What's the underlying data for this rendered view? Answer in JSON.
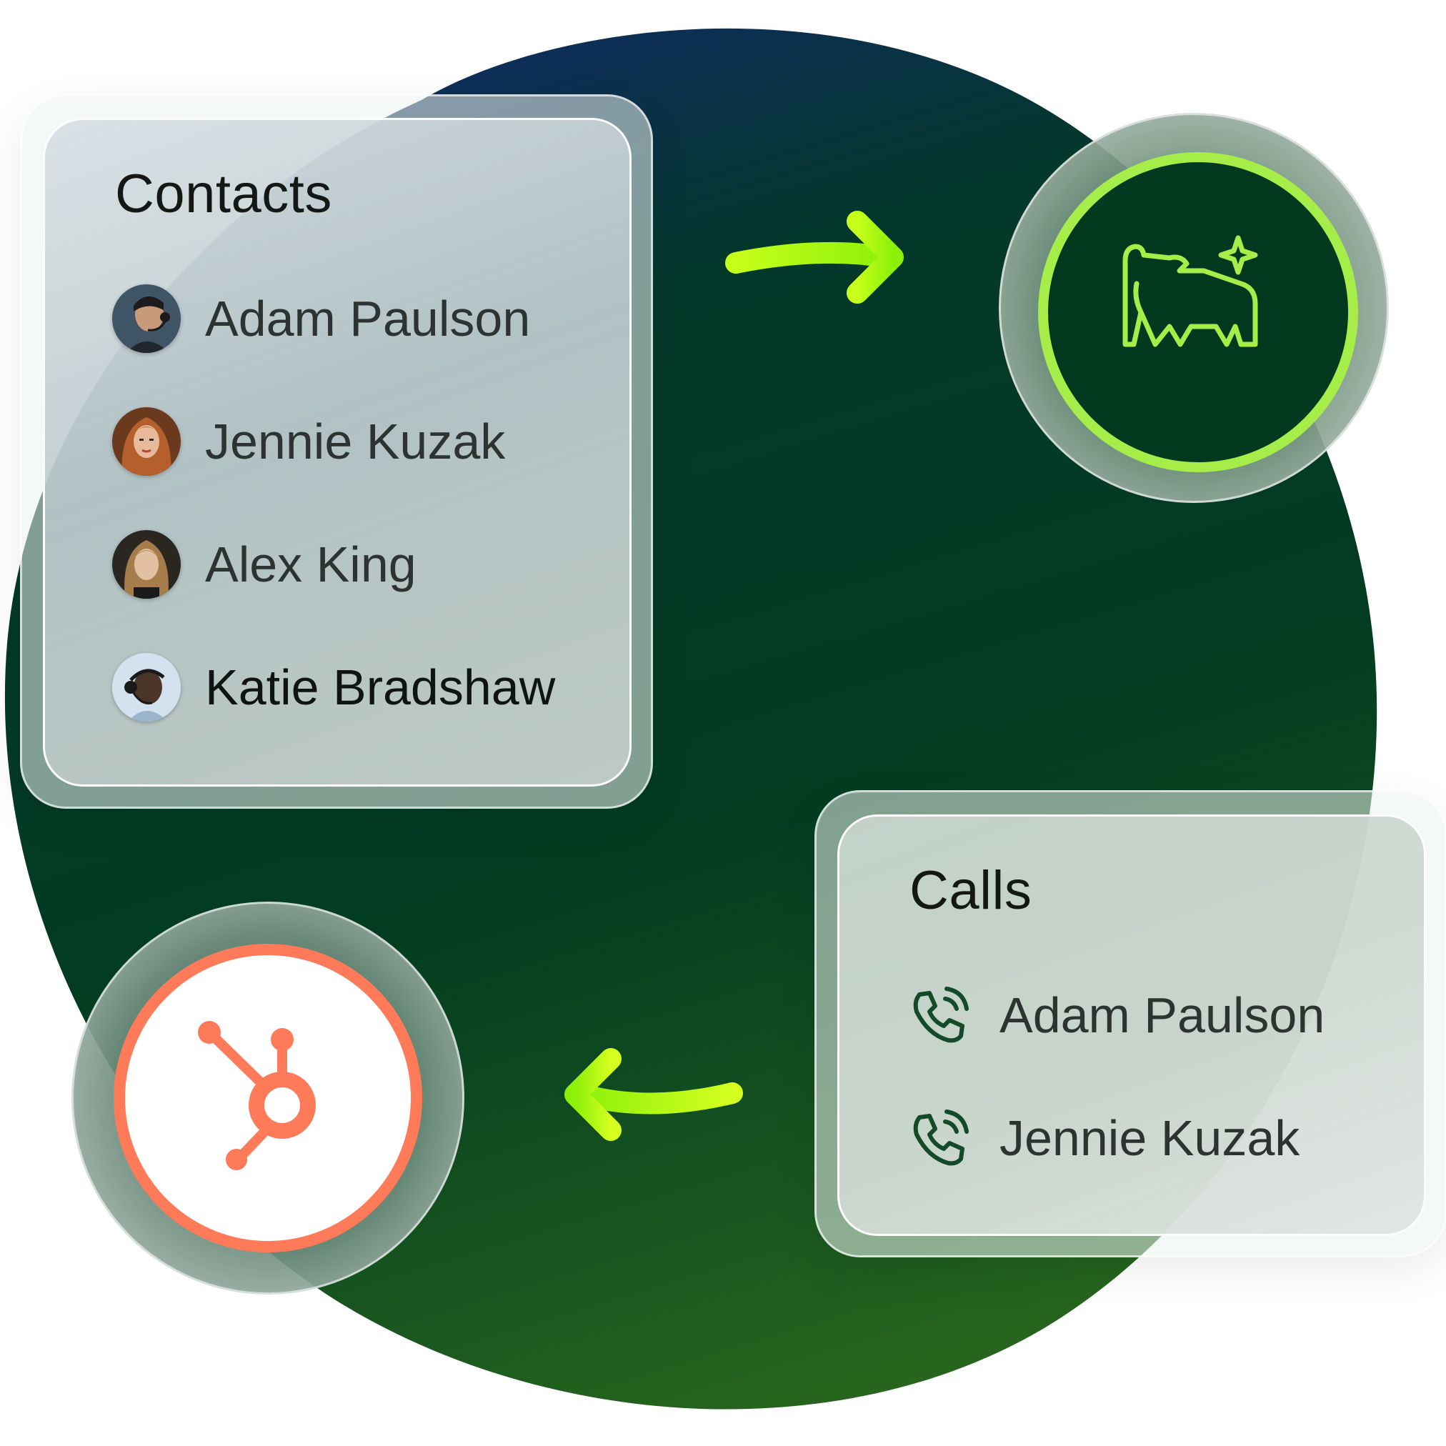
{
  "contacts": {
    "title": "Contacts",
    "items": [
      {
        "name": "Adam Paulson"
      },
      {
        "name": "Jennie Kuzak"
      },
      {
        "name": "Alex King"
      },
      {
        "name": "Katie Bradshaw"
      }
    ]
  },
  "calls": {
    "title": "Calls",
    "items": [
      {
        "name": "Adam Paulson",
        "icon": "phone-call-icon"
      },
      {
        "name": "Jennie Kuzak",
        "icon": "phone-call-icon"
      }
    ]
  },
  "icons": {
    "top_right": "bear-sparkle-logo-icon",
    "bottom_left": "hubspot-logo-icon",
    "arrow_top": "arrow-right-icon",
    "arrow_bottom": "arrow-left-icon"
  },
  "colors": {
    "blob_dark": "#023c21",
    "blob_top": "#0d2e57",
    "blob_bottom": "#2c6a1d",
    "accent_green": "#a6ed49",
    "arrow_lime": "#9ef20a",
    "hubspot_orange": "#ff7a59",
    "phone_icon": "#134a2a"
  }
}
